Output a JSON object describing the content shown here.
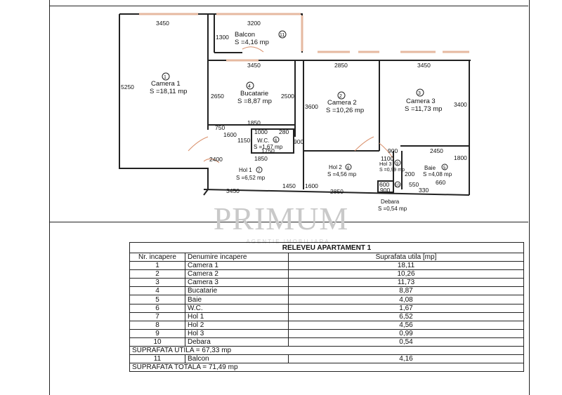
{
  "plan": {
    "dims": {
      "c1_top": "3450",
      "c1_left": "5250",
      "c1_right_low": "2400",
      "balcon_top": "3200",
      "balcon_left": "1300",
      "buc_top": "3450",
      "buc_left": "2650",
      "buc_right": "2500",
      "buc_bottom": "1850",
      "c2_top": "2850",
      "c2_left": "3600",
      "c3_top": "3450",
      "c3_right": "3400",
      "wc_top": "1000",
      "wc_top2": "280",
      "wc_left": "1150",
      "wc_right": "900",
      "wc_bottom": "1750",
      "hol1_top": "1850",
      "d750": "750",
      "d1600": "1600",
      "bottom_3450": "3450",
      "bottom_1450": "1450",
      "bottom_2850": "2850",
      "d1600b": "1600",
      "hol3_top": "1100",
      "hol3_left": "900",
      "hol3_bottom": "900",
      "hol3_600": "600",
      "hol3_200": "200",
      "baie_top": "2450",
      "baie_right": "1800",
      "d550": "550",
      "d330": "330",
      "d660": "660"
    },
    "rooms": {
      "camera1_name": "Camera 1",
      "camera1_area": "S =18,11 mp",
      "camera1_no": "1",
      "balcon_name": "Balcon",
      "balcon_area": "S =4,16 mp",
      "balcon_no": "11",
      "bucatarie_name": "Bucatarie",
      "bucatarie_area": "S =8,87 mp",
      "bucatarie_no": "4",
      "camera2_name": "Camera 2",
      "camera2_area": "S =10,26 mp",
      "camera2_no": "2",
      "camera3_name": "Camera 3",
      "camera3_area": "S =11,73 mp",
      "camera3_no": "3",
      "wc_name": "W.C.",
      "wc_area": "S =1,67 mp",
      "wc_no": "6",
      "hol1_name": "Hol 1",
      "hol1_area": "S =6,52 mp",
      "hol1_no": "7",
      "hol2_name": "Hol 2",
      "hol2_area": "S =4,56 mp",
      "hol2_no": "8",
      "hol3_name": "Hol 3",
      "hol3_area": "S =0,99 mp",
      "hol3_no": "9",
      "baie_name": "Baie",
      "baie_area": "S =4,08 mp",
      "baie_no": "5",
      "debara_name": "Debara",
      "debara_area": "S =0,54 mp",
      "debara_no": "10"
    }
  },
  "watermark": {
    "brand": "PRIMUM",
    "sub": "AGENTIE IMOBILIARA"
  },
  "table": {
    "title": "RELEVEU APARTAMENT 1",
    "headers": [
      "Nr. incapere",
      "Denumire incapere",
      "Suprafata utila [mp]"
    ],
    "rows": [
      [
        "1",
        "Camera 1",
        "18,11"
      ],
      [
        "2",
        "Camera 2",
        "10,26"
      ],
      [
        "3",
        "Camera 3",
        "11,73"
      ],
      [
        "4",
        "Bucatarie",
        "8,87"
      ],
      [
        "5",
        "Baie",
        "4,08"
      ],
      [
        "6",
        "W.C.",
        "1,67"
      ],
      [
        "7",
        "Hol 1",
        "6,52"
      ],
      [
        "8",
        "Hol 2",
        "4,56"
      ],
      [
        "9",
        "Hol 3",
        "0,99"
      ],
      [
        "10",
        "Debara",
        "0,54"
      ]
    ],
    "suprafata_utila": "SUPRAFATA UTILA = 67,33 mp",
    "balcon_row": [
      "11",
      "Balcon",
      "4,16"
    ],
    "suprafata_totala": "SUPRAFATA TOTALA = 71,49 mp"
  }
}
